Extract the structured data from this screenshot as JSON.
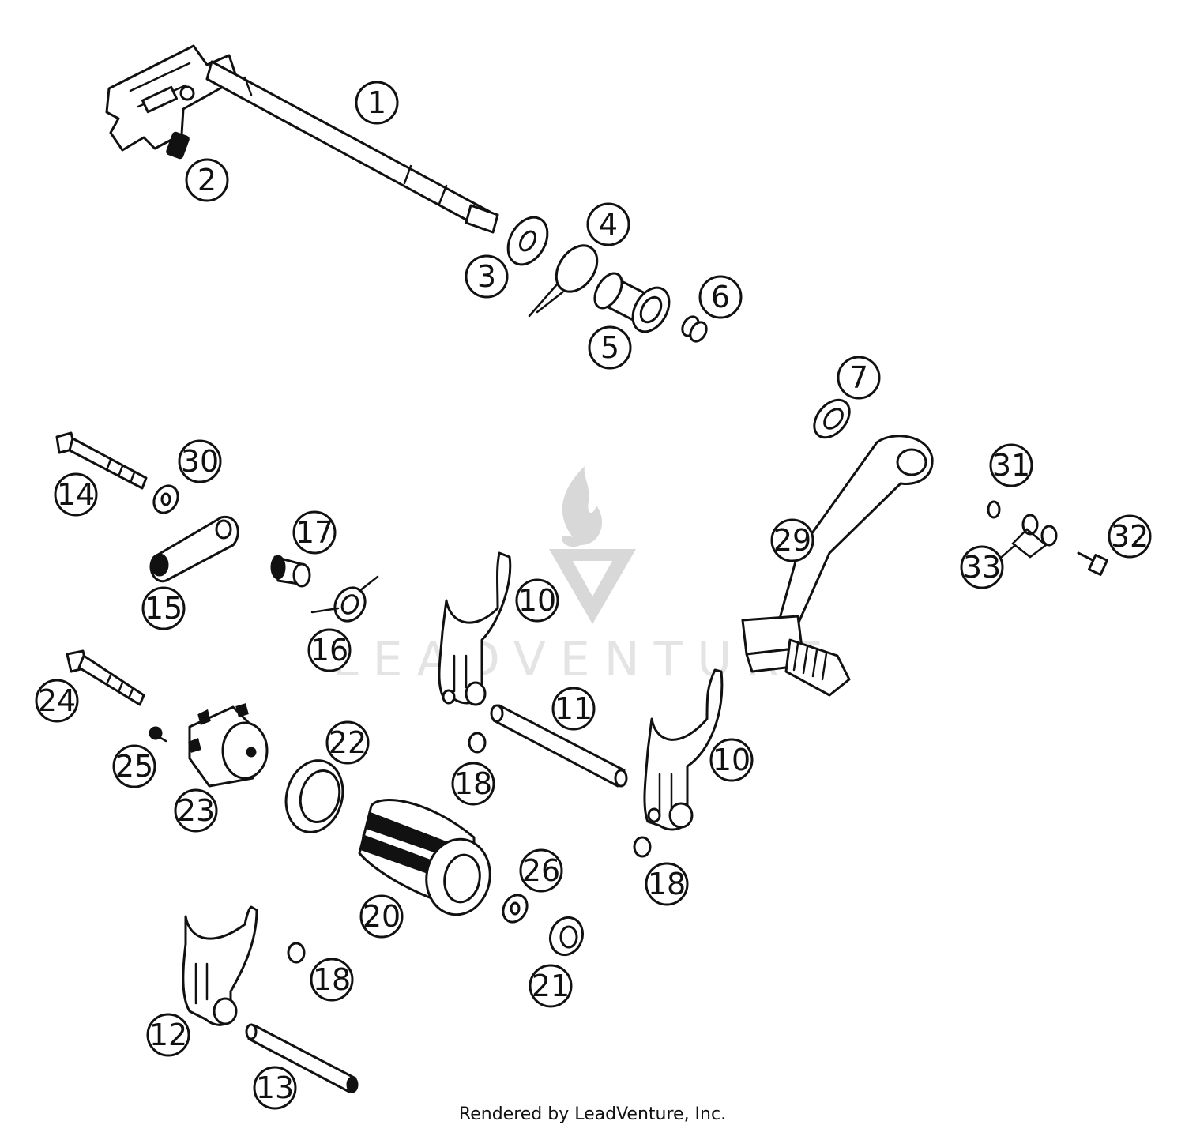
{
  "callouts": [
    {
      "id": "c1",
      "label": "1"
    },
    {
      "id": "c2",
      "label": "2"
    },
    {
      "id": "c3",
      "label": "3"
    },
    {
      "id": "c4",
      "label": "4"
    },
    {
      "id": "c5",
      "label": "5"
    },
    {
      "id": "c6",
      "label": "6"
    },
    {
      "id": "c7",
      "label": "7"
    },
    {
      "id": "c10a",
      "label": "10"
    },
    {
      "id": "c10b",
      "label": "10"
    },
    {
      "id": "c11",
      "label": "11"
    },
    {
      "id": "c12",
      "label": "12"
    },
    {
      "id": "c13",
      "label": "13"
    },
    {
      "id": "c14",
      "label": "14"
    },
    {
      "id": "c15",
      "label": "15"
    },
    {
      "id": "c16",
      "label": "16"
    },
    {
      "id": "c17",
      "label": "17"
    },
    {
      "id": "c18a",
      "label": "18"
    },
    {
      "id": "c18b",
      "label": "18"
    },
    {
      "id": "c18c",
      "label": "18"
    },
    {
      "id": "c20",
      "label": "20"
    },
    {
      "id": "c21",
      "label": "21"
    },
    {
      "id": "c22",
      "label": "22"
    },
    {
      "id": "c23",
      "label": "23"
    },
    {
      "id": "c24",
      "label": "24"
    },
    {
      "id": "c25",
      "label": "25"
    },
    {
      "id": "c26",
      "label": "26"
    },
    {
      "id": "c29",
      "label": "29"
    },
    {
      "id": "c30",
      "label": "30"
    },
    {
      "id": "c31",
      "label": "31"
    },
    {
      "id": "c32",
      "label": "32"
    },
    {
      "id": "c33",
      "label": "33"
    }
  ],
  "watermark": {
    "text": "LEADVENTURE"
  },
  "credit": "Rendered by LeadVenture, Inc.",
  "colors": {
    "line": "#111111",
    "background": "#ffffff",
    "watermark": "#d8d8d8"
  }
}
